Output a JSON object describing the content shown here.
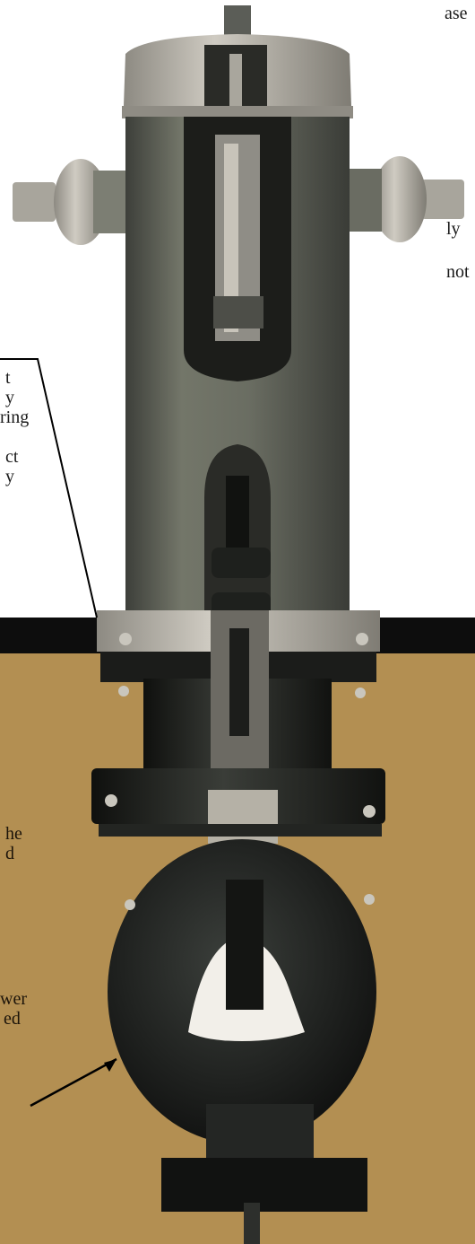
{
  "text_fragments": [
    {
      "id": "t1",
      "text": "ase"
    },
    {
      "id": "t2",
      "text": "ly"
    },
    {
      "id": "t3",
      "text": "not"
    },
    {
      "id": "t4",
      "text": "t"
    },
    {
      "id": "t5",
      "text": "y"
    },
    {
      "id": "t6",
      "text": "ring"
    },
    {
      "id": "t7",
      "text": "ct"
    },
    {
      "id": "t8",
      "text": "y"
    },
    {
      "id": "t9",
      "text": "he"
    },
    {
      "id": "t10",
      "text": "d"
    },
    {
      "id": "t11",
      "text": "wer"
    },
    {
      "id": "t12",
      "text": "ed"
    }
  ],
  "colors": {
    "background": "#ffffff",
    "band": "#0d0d0d",
    "tan": "#b38f52",
    "silver": "#b8b4aa",
    "body_gray": "#6e7168",
    "dark": "#1d1f1c"
  }
}
